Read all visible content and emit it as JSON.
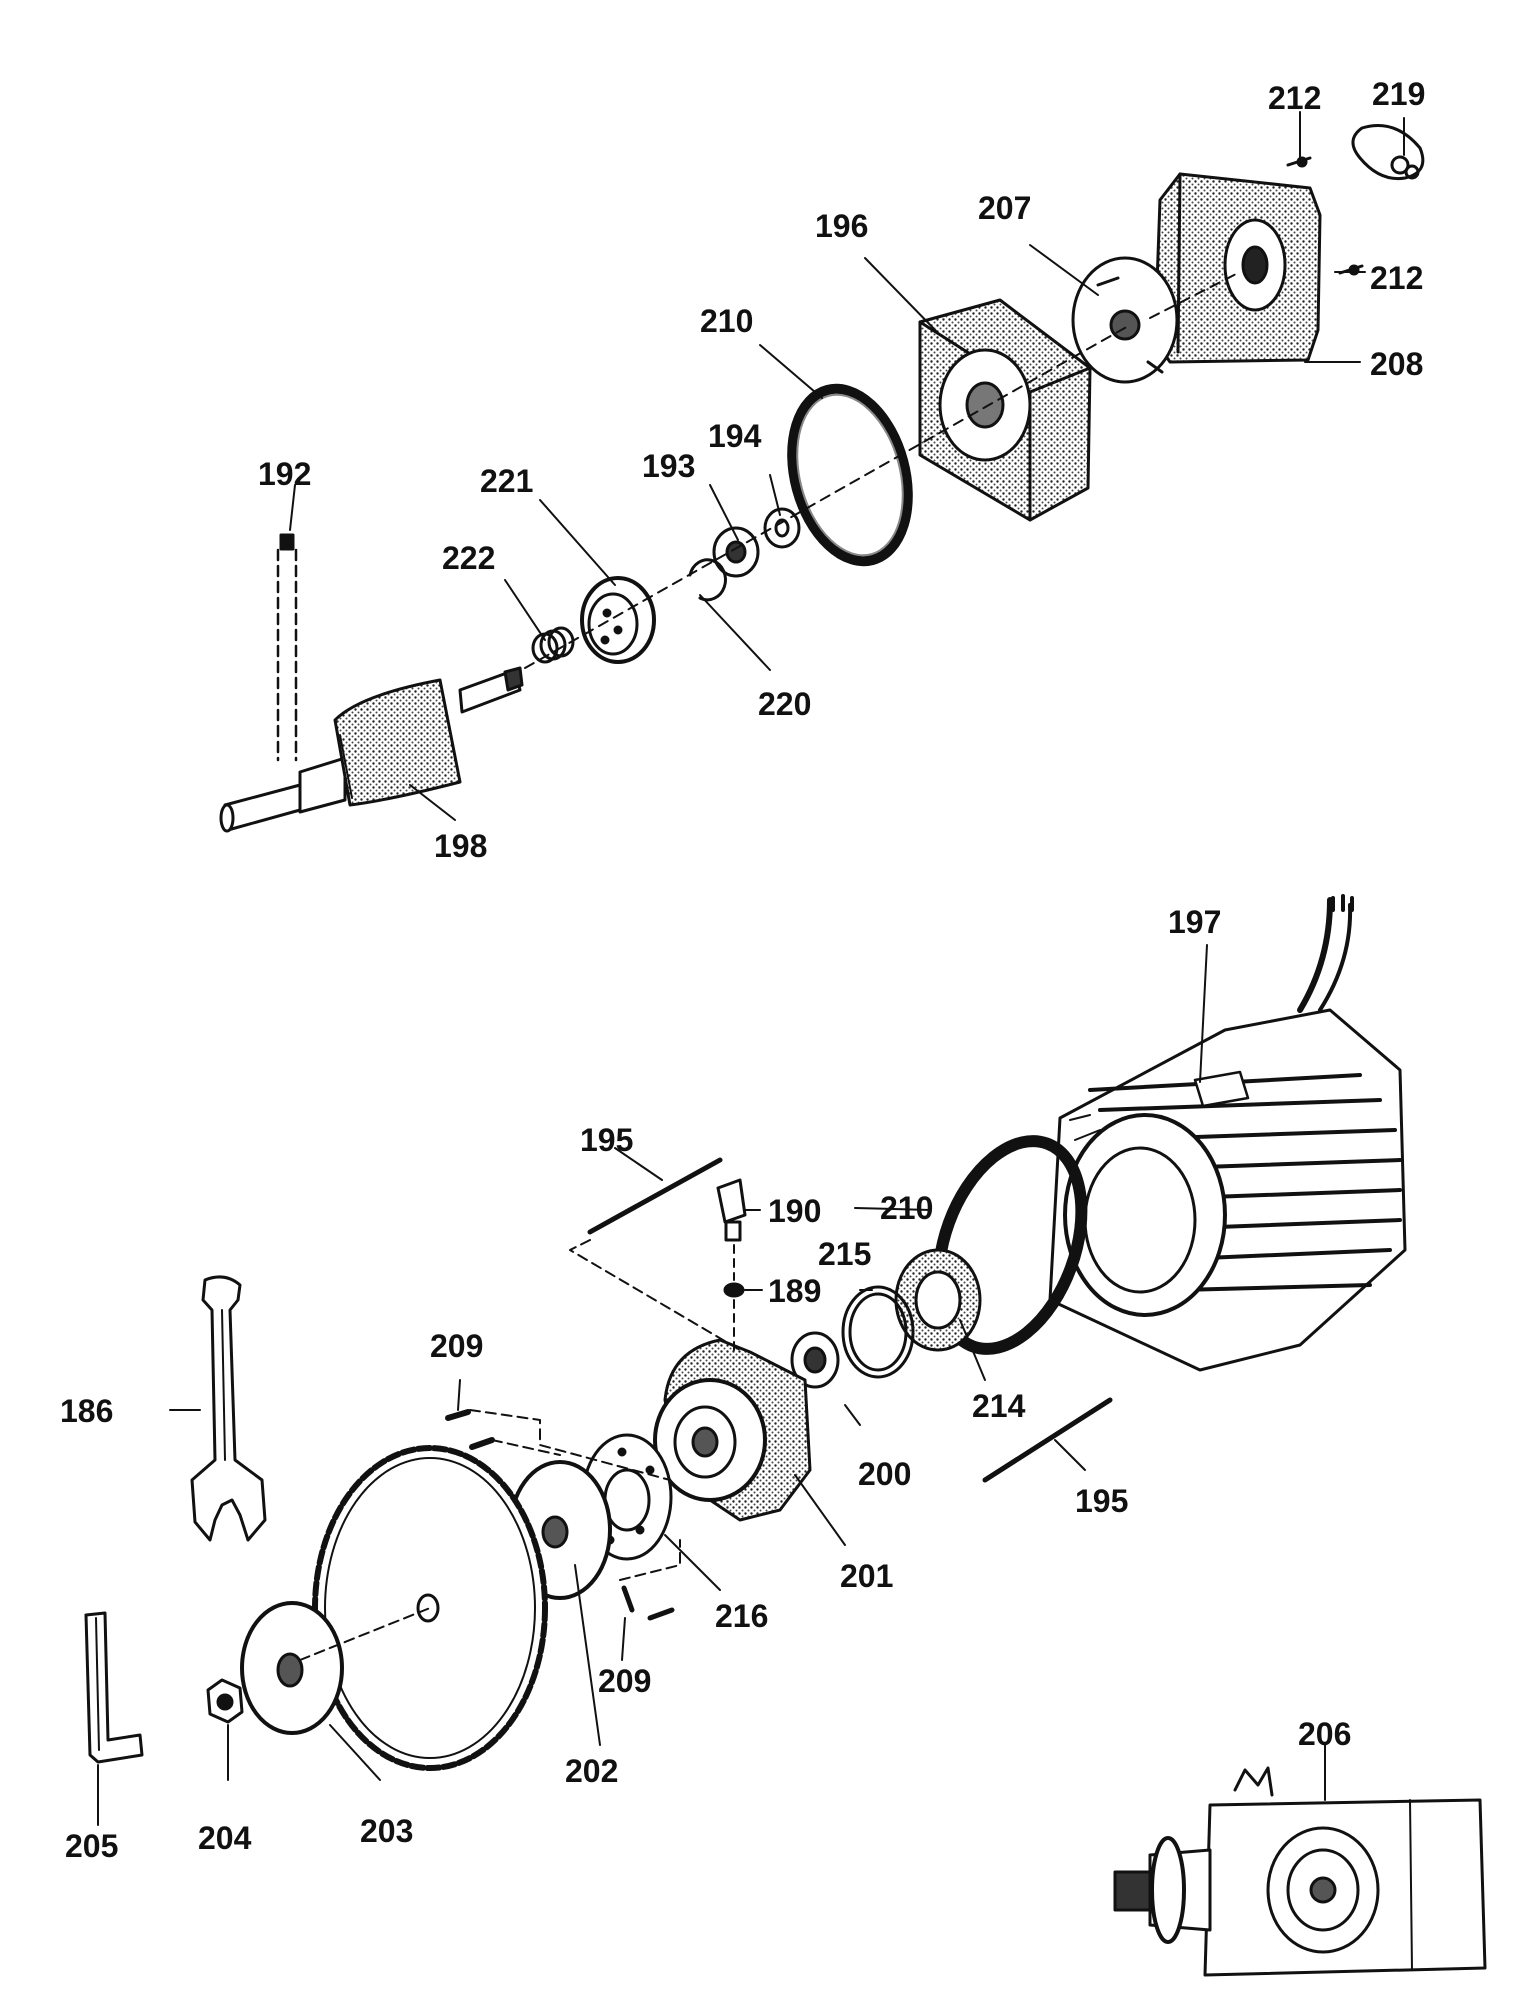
{
  "labels": {
    "p212a": "212",
    "p219": "219",
    "p207": "207",
    "p196": "196",
    "p212b": "212",
    "p208": "208",
    "p210a": "210",
    "p194": "194",
    "p193": "193",
    "p192": "192",
    "p221": "221",
    "p222": "222",
    "p220": "220",
    "p198": "198",
    "p197": "197",
    "p195a": "195",
    "p190": "190",
    "p210b": "210",
    "p215": "215",
    "p189": "189",
    "p209a": "209",
    "p186": "186",
    "p214": "214",
    "p200": "200",
    "p195b": "195",
    "p201": "201",
    "p216": "216",
    "p209b": "209",
    "p202": "202",
    "p205": "205",
    "p204": "204",
    "p203": "203",
    "p206": "206"
  },
  "colors": {
    "ink": "#111111",
    "fill": "#ffffff",
    "shade": "#555555"
  }
}
